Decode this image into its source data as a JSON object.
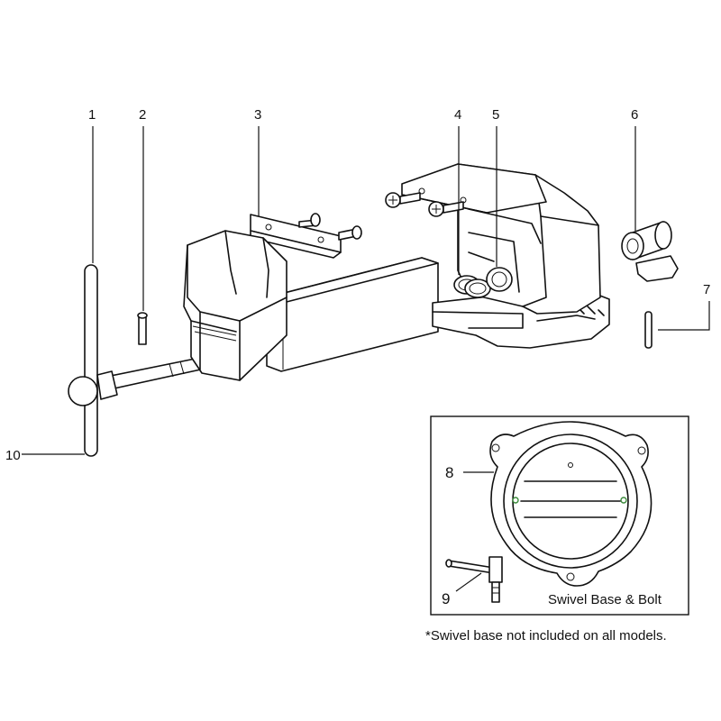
{
  "colors": {
    "line": "#111111",
    "background": "#ffffff",
    "hole_accent": "#3a8a3a"
  },
  "callouts": {
    "c1": "1",
    "c2": "2",
    "c3": "3",
    "c4": "4",
    "c5": "5",
    "c6": "6",
    "c7": "7",
    "c8": "8",
    "c9": "9",
    "c10": "10"
  },
  "inset": {
    "caption": "Swivel Base & Bolt"
  },
  "footnote": "*Swivel base not included on all models."
}
